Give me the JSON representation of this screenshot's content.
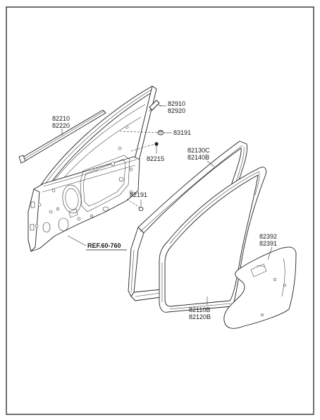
{
  "colors": {
    "line": "#222222",
    "background": "#ffffff",
    "border": "#111111"
  },
  "labels": {
    "door_belt_moulding": {
      "line1": "82210",
      "line2": "82220"
    },
    "outside_handle_clip": {
      "line1": "82910",
      "line2": "82920"
    },
    "plug_upper": {
      "line1": "83191"
    },
    "fastener": {
      "line1": "82215"
    },
    "plug_lower": {
      "line1": "82191"
    },
    "reference": {
      "line1": "REF.60-760"
    },
    "body_side_weatherstrip": {
      "line1": "82130C",
      "line2": "82140B"
    },
    "door_weatherstrip": {
      "line1": "82110B",
      "line2": "82120B"
    },
    "water_shield": {
      "line1": "82392",
      "line2": "82391"
    }
  }
}
